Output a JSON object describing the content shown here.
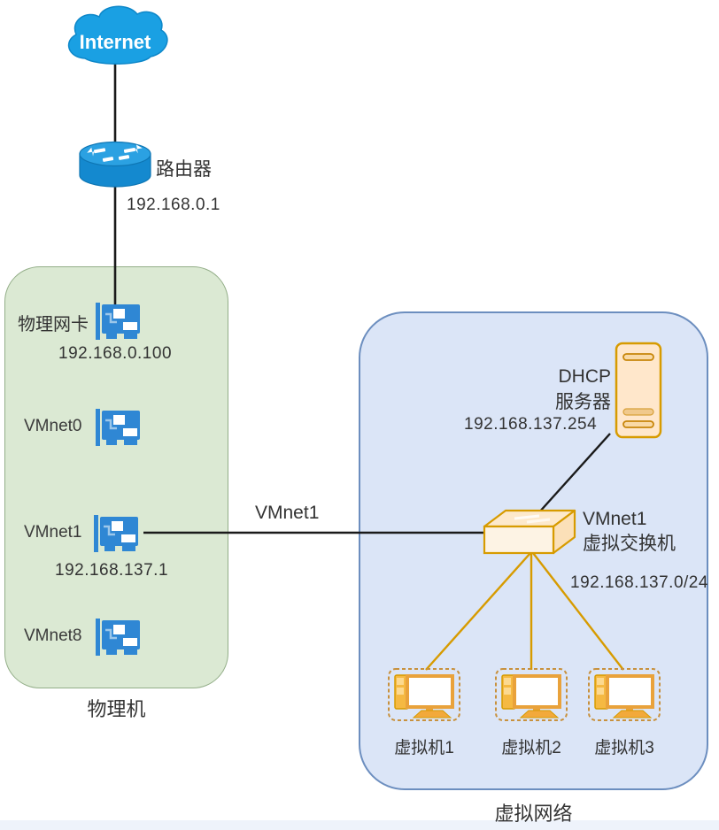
{
  "colors": {
    "cloud_blue": "#1aa0e3",
    "device_blue": "#2f87d4",
    "green_box_fill": "#dbe9d3",
    "green_box_border": "#93ae88",
    "blue_box_fill": "#dbe5f7",
    "blue_box_border": "#6c8ebf",
    "orange_fill": "#ffe7cb",
    "orange_border": "#d79b00",
    "connection_black": "#1a1a1a",
    "connection_orange": "#d79b00",
    "text": "#333333"
  },
  "internet": {
    "label": "Internet"
  },
  "router": {
    "label": "路由器",
    "ip": "192.168.0.1"
  },
  "physical": {
    "caption": "物理机",
    "adapters": [
      {
        "label": "物理网卡",
        "ip": "192.168.0.100"
      },
      {
        "label": "VMnet0"
      },
      {
        "label": "VMnet1",
        "ip": "192.168.137.1"
      },
      {
        "label": "VMnet8"
      }
    ]
  },
  "uplink": {
    "label": "VMnet1"
  },
  "virtual": {
    "caption": "虚拟网络",
    "dhcp": {
      "name_line1": "DHCP",
      "name_line2": "服务器",
      "ip": "192.168.137.254"
    },
    "switch": {
      "name_line1": "VMnet1",
      "name_line2": "虚拟交换机",
      "subnet": "192.168.137.0/24"
    },
    "vms": [
      {
        "label": "虚拟机1"
      },
      {
        "label": "虚拟机2"
      },
      {
        "label": "虚拟机3"
      }
    ]
  }
}
